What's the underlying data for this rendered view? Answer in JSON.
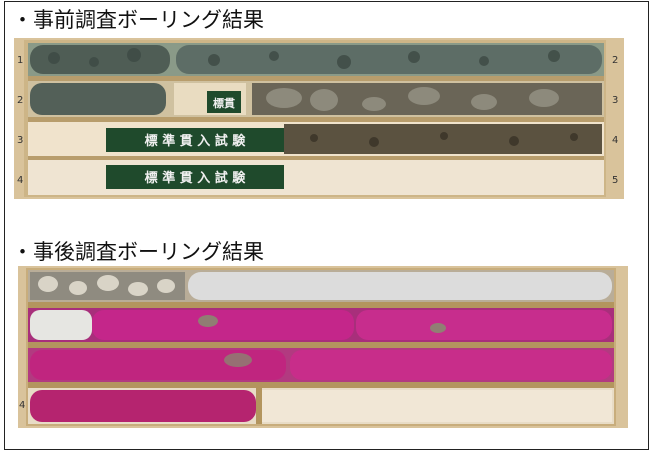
{
  "headings": {
    "before": "・事前調査ボーリング結果",
    "after": "・事後調査ボーリング結果"
  },
  "photo_before": {
    "row_numbers_left": [
      "1",
      "2",
      "3",
      "4"
    ],
    "row_numbers_right": [
      "2",
      "3",
      "4",
      "5"
    ],
    "tag_short": "標貫",
    "tag_long_row3": "標 準 貫 入 試 験",
    "tag_long_row4": "標 準 貫 入 試 験"
  },
  "photo_after": {
    "row_numbers_left": [
      "4"
    ]
  },
  "colors": {
    "box_wood": "#d8c29a",
    "core_gray": "#5f6b64",
    "core_magenta": "#c4268a",
    "tag_green": "#1f4a2c"
  }
}
